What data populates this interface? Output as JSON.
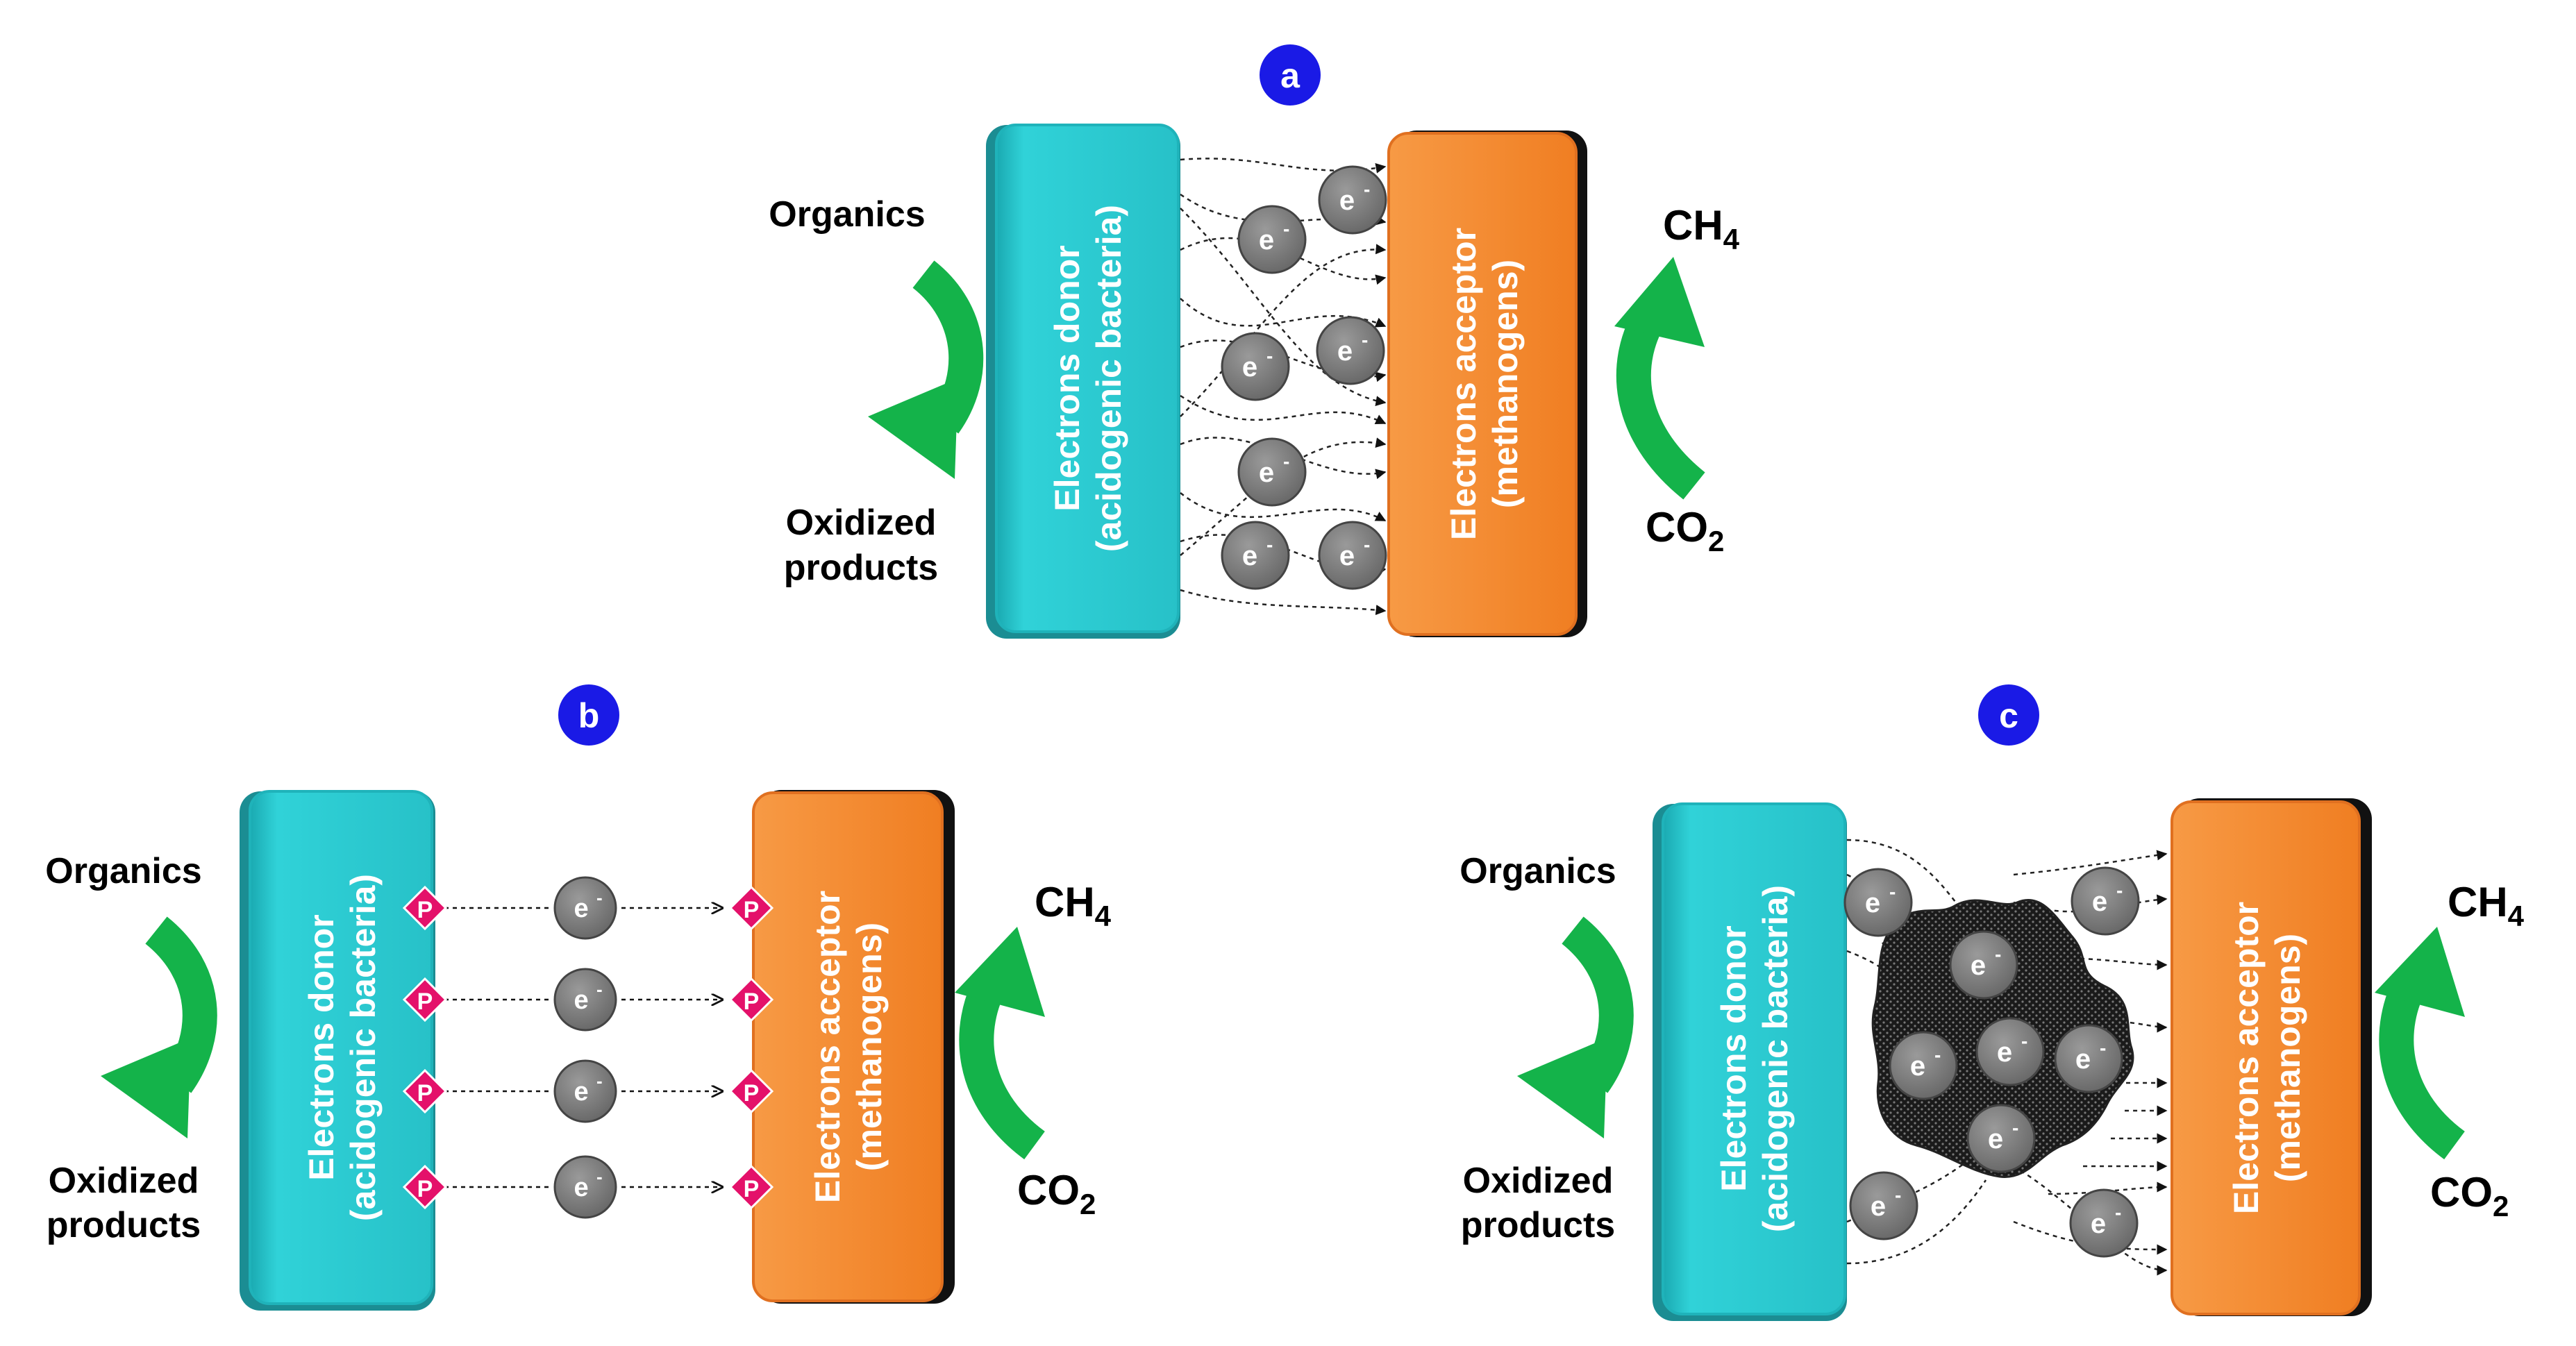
{
  "colors": {
    "donor": "#2cc9cf",
    "acceptor": "#f5852a",
    "arrow": "#14b34a",
    "electron": "#7a7a7a",
    "pilus": "#e4116a",
    "badge": "#1a1ae6"
  },
  "panels": {
    "a": {
      "badge": "a",
      "substrate": "Organics",
      "product_line1": "Oxidized",
      "product_line2": "products",
      "donor_line1": "Electrons donor",
      "donor_line2": "(acidogenic bacteria)",
      "acceptor_line1": "Electrons acceptor",
      "acceptor_line2": "(methanogens)",
      "ch4_main": "CH",
      "ch4_sub": "4",
      "co2_main": "CO",
      "co2_sub": "2",
      "electron_label": "e",
      "electron_sup": "-"
    },
    "b": {
      "badge": "b",
      "substrate": "Organics",
      "product_line1": "Oxidized",
      "product_line2": "products",
      "donor_line1": "Electrons donor",
      "donor_line2": "(acidogenic bacteria)",
      "acceptor_line1": "Electrons acceptor",
      "acceptor_line2": "(methanogens)",
      "ch4_main": "CH",
      "ch4_sub": "4",
      "co2_main": "CO",
      "co2_sub": "2",
      "electron_label": "e",
      "electron_sup": "-",
      "pilus_label": "P"
    },
    "c": {
      "badge": "c",
      "substrate": "Organics",
      "product_line1": "Oxidized",
      "product_line2": "products",
      "donor_line1": "Electrons donor",
      "donor_line2": "(acidogenic bacteria)",
      "acceptor_line1": "Electrons acceptor",
      "acceptor_line2": "(methanogens)",
      "ch4_main": "CH",
      "ch4_sub": "4",
      "co2_main": "CO",
      "co2_sub": "2",
      "electron_label": "e",
      "electron_sup": "-"
    }
  }
}
